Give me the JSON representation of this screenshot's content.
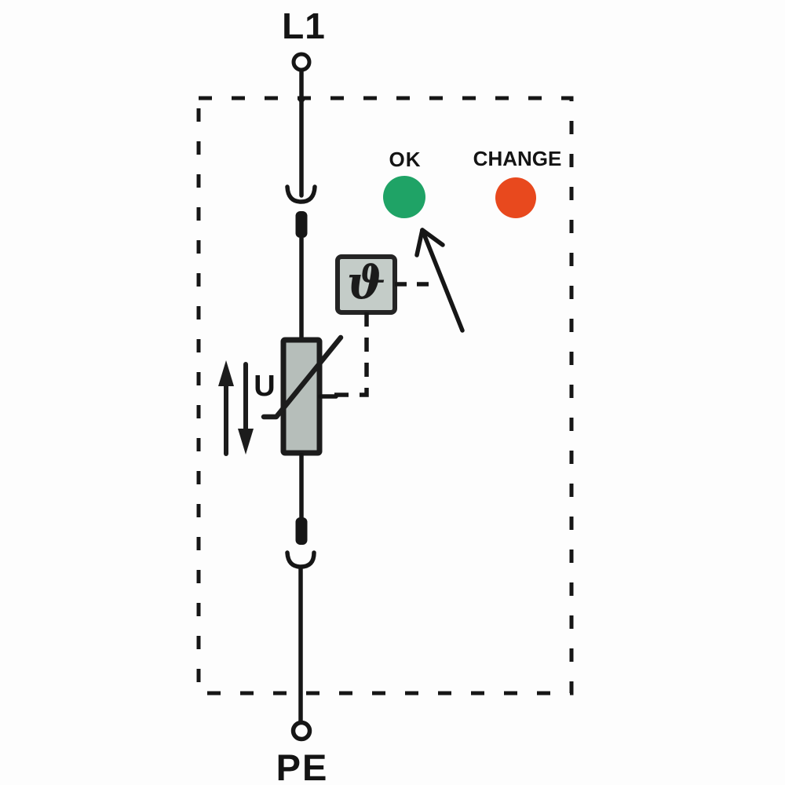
{
  "diagram": {
    "type": "surge-protector-circuit-schematic",
    "terminal_top": {
      "label": "L1"
    },
    "terminal_bottom": {
      "label": "PE"
    },
    "indicator_ok": {
      "label": "OK",
      "color": "#1FA366"
    },
    "indicator_change": {
      "label": "CHANGE",
      "color": "#E8491E"
    },
    "thermal_disconnect": {
      "symbol": "ϑ",
      "fill": "#C4CCC8"
    },
    "varistor": {
      "voltage_label": "U",
      "fill": "#B6BEBA"
    },
    "colors": {
      "line": "#161616",
      "background": "#FDFDFD"
    }
  }
}
